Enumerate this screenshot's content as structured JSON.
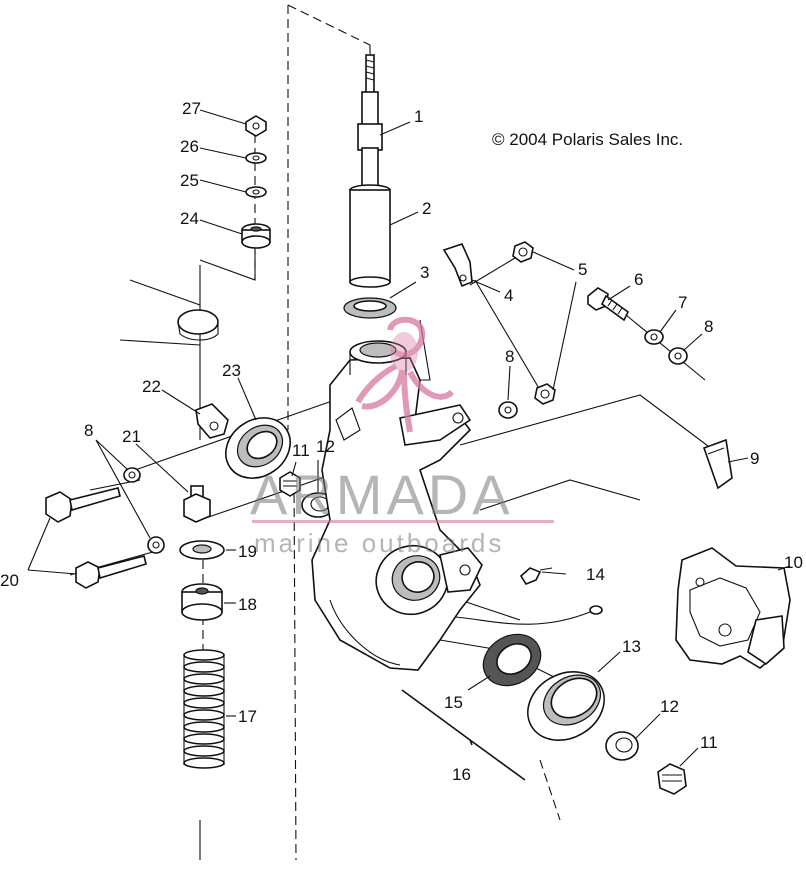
{
  "copyright": "© 2004 Polaris Sales Inc.",
  "watermark": {
    "brand": "ARMADA",
    "tagline": "marine outboards",
    "logo_icon": "squid-logo-icon",
    "logo_color": "#d678a0"
  },
  "callouts": [
    "1",
    "2",
    "3",
    "4",
    "5",
    "6",
    "7",
    "8",
    "8",
    "8",
    "9",
    "10",
    "11",
    "11",
    "12",
    "12",
    "13",
    "14",
    "15",
    "16",
    "17",
    "18",
    "19",
    "20",
    "21",
    "22",
    "23",
    "24",
    "25",
    "26",
    "27"
  ]
}
